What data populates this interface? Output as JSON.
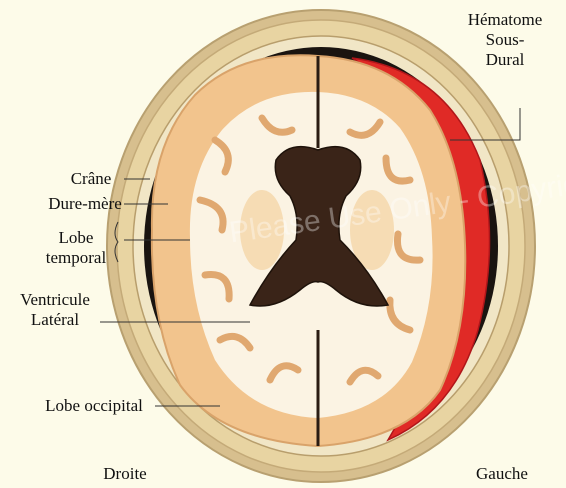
{
  "watermark": "Please Use Only - Copyright",
  "labels": {
    "hematoma_line1": "Hématome",
    "hematoma_line2": "Sous-",
    "hematoma_line3": "Dural",
    "skull": "Crâne",
    "dura": "Dure-mère",
    "temporal_line1": "Lobe",
    "temporal_line2": "temporal",
    "ventricle_line1": "Ventricule",
    "ventricle_line2": "Latéral",
    "occipital": "Lobe occipital",
    "right_side": "Droite",
    "left_side": "Gauche"
  },
  "colors": {
    "background": "#fdfbe9",
    "skull": "#e8d4a2",
    "dura": "#1a1410",
    "cortex": "#f2c48d",
    "white_matter": "#fbf3e3",
    "hematoma": "#e02a26",
    "ventricle": "#3a2418"
  }
}
